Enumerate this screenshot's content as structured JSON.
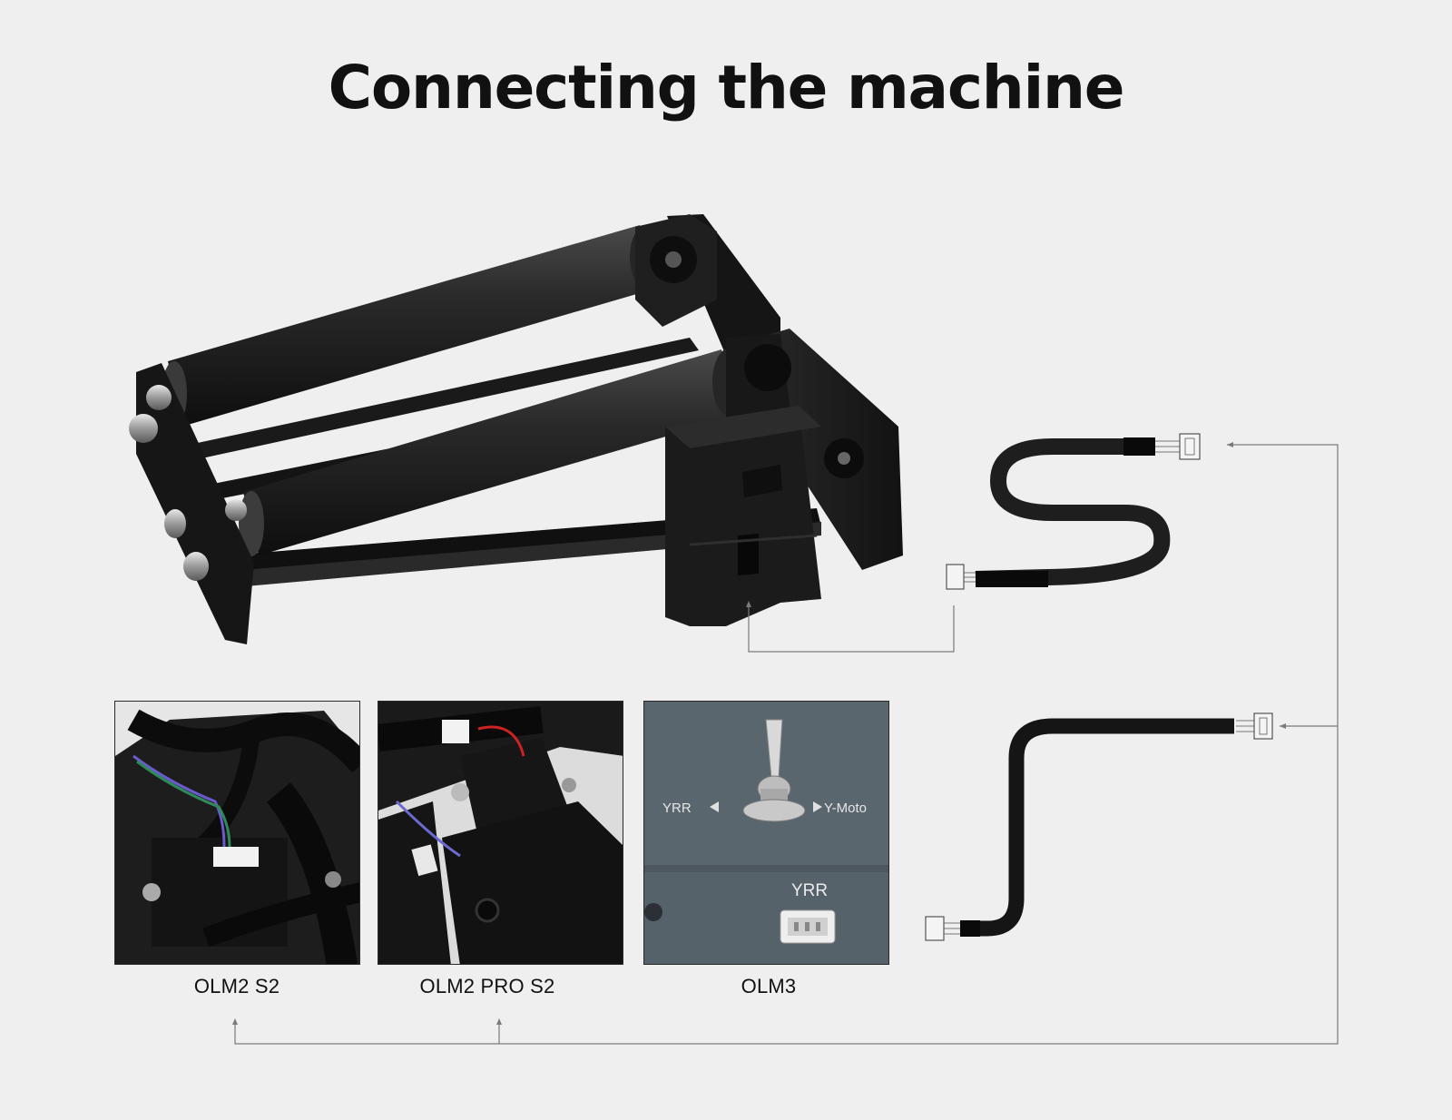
{
  "page": {
    "title": "Connecting the machine"
  },
  "boards": [
    {
      "label": "OLM2 S2"
    },
    {
      "label": "OLM2 PRO S2"
    },
    {
      "label": "OLM3"
    }
  ],
  "olm3_panel": {
    "switch_left": "YRR",
    "switch_right": "Y-Moto",
    "port_label": "YRR"
  },
  "colors": {
    "background": "#efefef",
    "machine_black": "#1b1b1b",
    "olm3_panel": "#5b676f",
    "connector_line": "#7a7a7a"
  }
}
